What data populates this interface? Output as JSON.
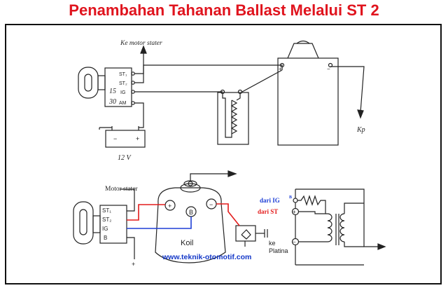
{
  "title": "Penambahan Tahanan Ballast Melalui ST 2",
  "top_diagram": {
    "label_motor": "Ke motor stater",
    "terminals": [
      "ST1",
      "ST2",
      "IG",
      "AM"
    ],
    "key_numbers": [
      "15",
      "30"
    ],
    "battery_label": "12 V",
    "coil_plus": "+",
    "coil_minus": "−",
    "kp_label": "Kp"
  },
  "bottom_diagram": {
    "label_motor": "Motor stater",
    "terminals": [
      "ST1",
      "ST2",
      "IG",
      "B"
    ],
    "coil_label": "Koil",
    "coil_plus": "+",
    "coil_minus": "−",
    "coil_b": "B",
    "plus_below": "+",
    "website": "www.teknik-otomotif.com",
    "legend_ig": "dari  IG",
    "legend_ig_sup": "B",
    "legend_st": "dari ST",
    "legend_ke": "ke",
    "legend_platina": "Platina"
  },
  "colors": {
    "title": "#e0141e",
    "red_wire": "#e31b1b",
    "blue_wire": "#1e3fd6",
    "website": "#1438c8",
    "legend_ig": "#1e3fd6",
    "legend_st": "#e31b1b"
  }
}
